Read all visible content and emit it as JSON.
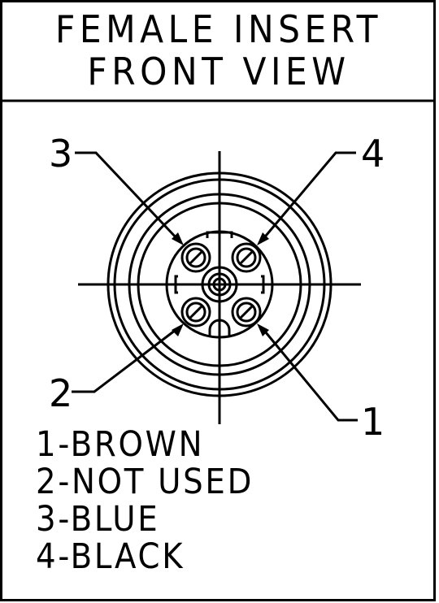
{
  "title": {
    "line1": "FEMALE INSERT",
    "line2": "FRONT VIEW"
  },
  "pin_callouts": {
    "pin1": "1",
    "pin2": "2",
    "pin3": "3",
    "pin4": "4"
  },
  "legend": [
    "1-BROWN",
    "2-NOT USED",
    "3-BLUE",
    "4-BLACK"
  ],
  "colors": {
    "line": "#000000",
    "background": "#ffffff"
  }
}
